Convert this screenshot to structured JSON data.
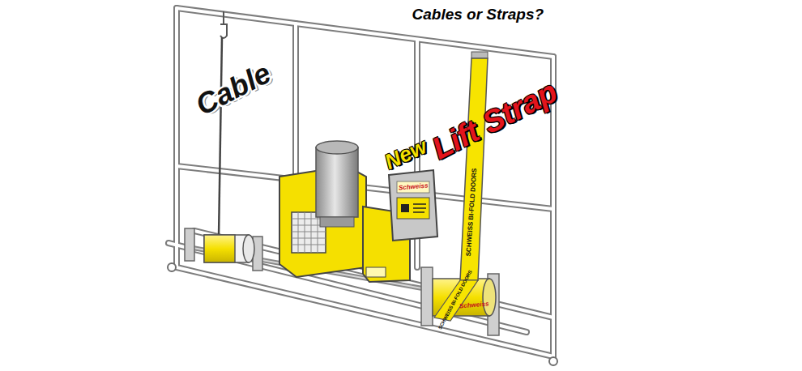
{
  "diagram": {
    "title": "Cables or Straps?",
    "labels": [
      "Cable",
      "New",
      "Lift Strap",
      "SCHWEISS BI-FOLD DOORS",
      "SCHWEISS BI-FOLD DOORS",
      "Schweiss",
      "Schweiss"
    ]
  }
}
